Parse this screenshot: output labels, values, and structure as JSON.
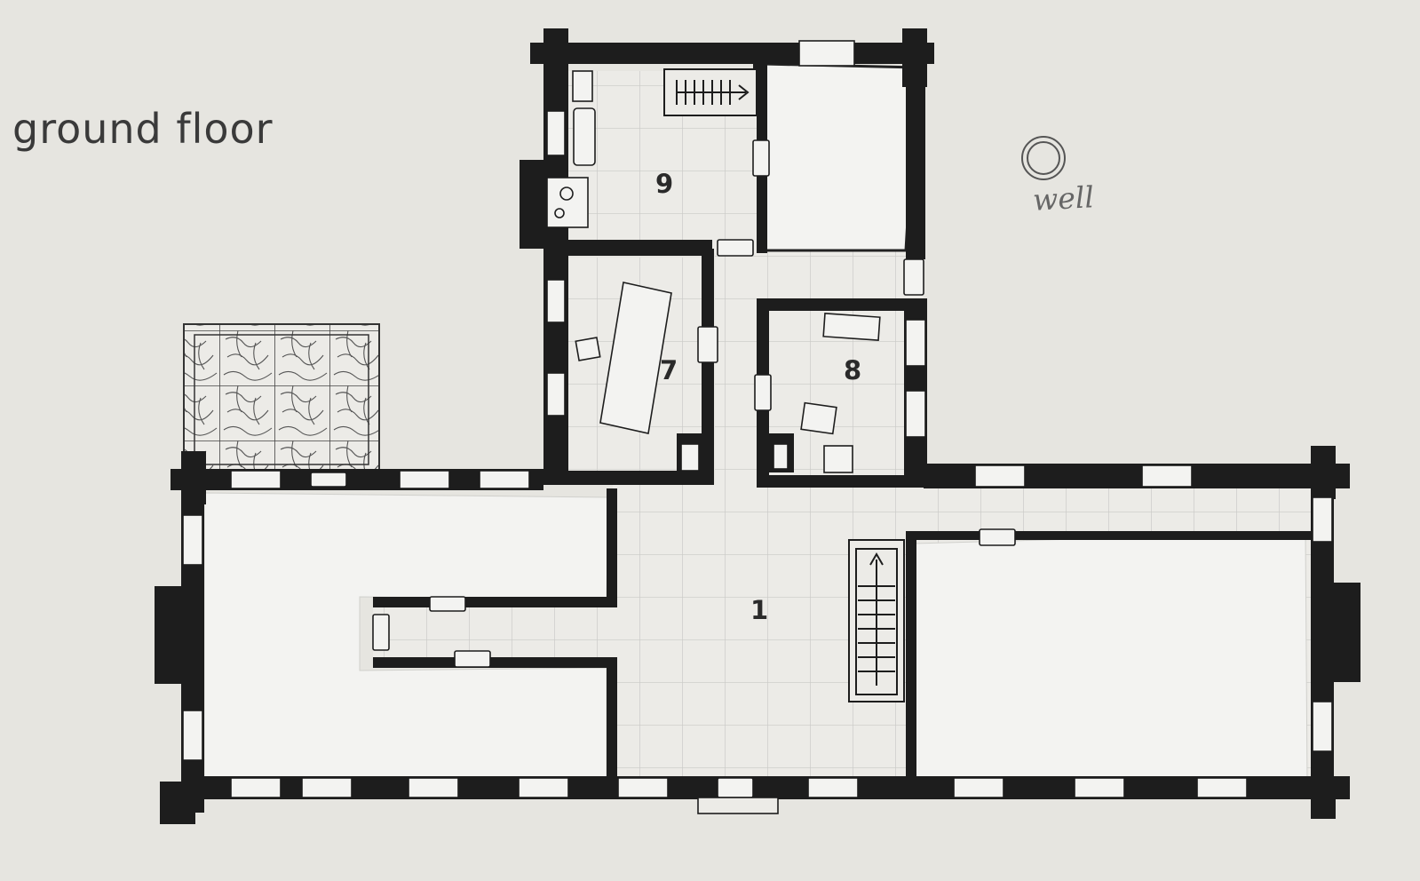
{
  "plan": {
    "title": "ground floor",
    "rooms": [
      "1",
      "7",
      "8",
      "9"
    ],
    "well_label": "well"
  },
  "colors": {
    "paper": "#e6e5e0",
    "wall": "#1d1d1d",
    "floor_patch": "#f3f3f1",
    "grid_line": "#c9c9c6",
    "annotation": "#666666"
  },
  "icons": [
    "stair-arrow-icon",
    "well-circle-icon",
    "door-icon",
    "window-icon"
  ]
}
